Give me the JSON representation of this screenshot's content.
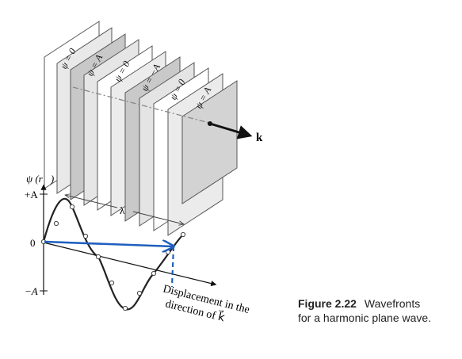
{
  "figure": {
    "plane_labels": [
      "ψ = 0",
      "ψ = A",
      "ψ = 0",
      "ψ = −A",
      "ψ = 0",
      "ψ = A"
    ],
    "k_label": "k⃗",
    "psi_label": "ψ (r⃗)",
    "lambda_label": "λ",
    "y_labels": {
      "plus_a": "+A",
      "zero": "0",
      "minus_a": "−A"
    },
    "axis_label_line1": "Displacement in the",
    "axis_label_line2": "direction of k⃗",
    "colors": {
      "plane_light": "#ffffff",
      "plane_gray": "#cfcfcf",
      "plane_dark": "#d4d4d4",
      "vector": "#1f5fbf",
      "curve": "#222222"
    }
  },
  "caption": {
    "number": "Figure 2.22",
    "line1": "Wavefronts",
    "line2": "for a harmonic plane wave."
  }
}
